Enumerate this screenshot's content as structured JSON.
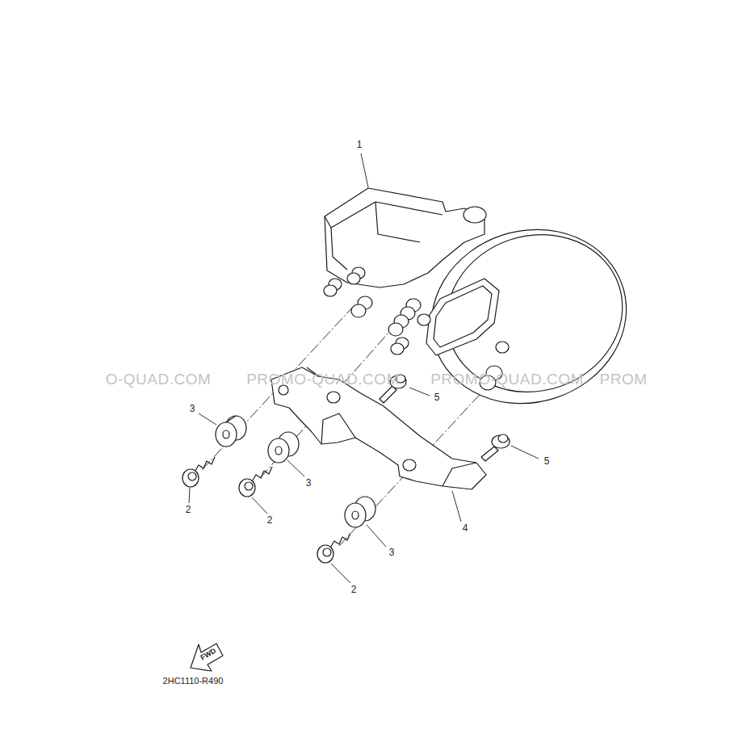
{
  "diagram": {
    "labels": [
      "1",
      "O-QUAD.COM",
      "PROMO-QUAD.COM",
      "PROMO-QUAD.COM",
      "PROM",
      "5",
      "3",
      "5",
      "3",
      "2",
      "2",
      "4",
      "3",
      "2",
      "FWD",
      "2HC1110-R490"
    ]
  }
}
